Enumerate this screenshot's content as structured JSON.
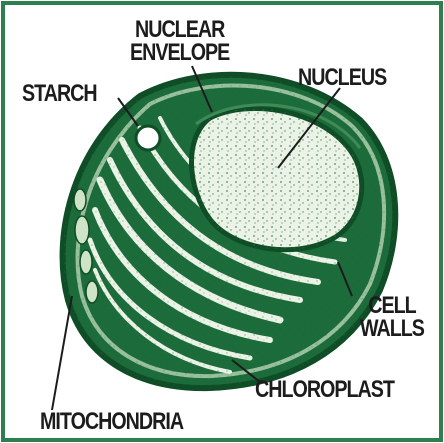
{
  "labels": {
    "nuclear_envelope_line1": "NUCLEAR",
    "nuclear_envelope_line2": "ENVELOPE",
    "nucleus": "NUCLEUS",
    "starch": "STARCH",
    "cell_walls_line1": "CELL",
    "cell_walls_line2": "WALLS",
    "chloroplast": "CHLOROPLAST",
    "mitochondria": "MITOCHONDRIA"
  },
  "colors": {
    "frame": "#2e7f4e",
    "cell_dark": "#1c6b3a",
    "cell_mid": "#3f8a57",
    "cell_light": "#eaf3e5",
    "stroke": "#0f4d27",
    "text": "#1c1c1c"
  }
}
